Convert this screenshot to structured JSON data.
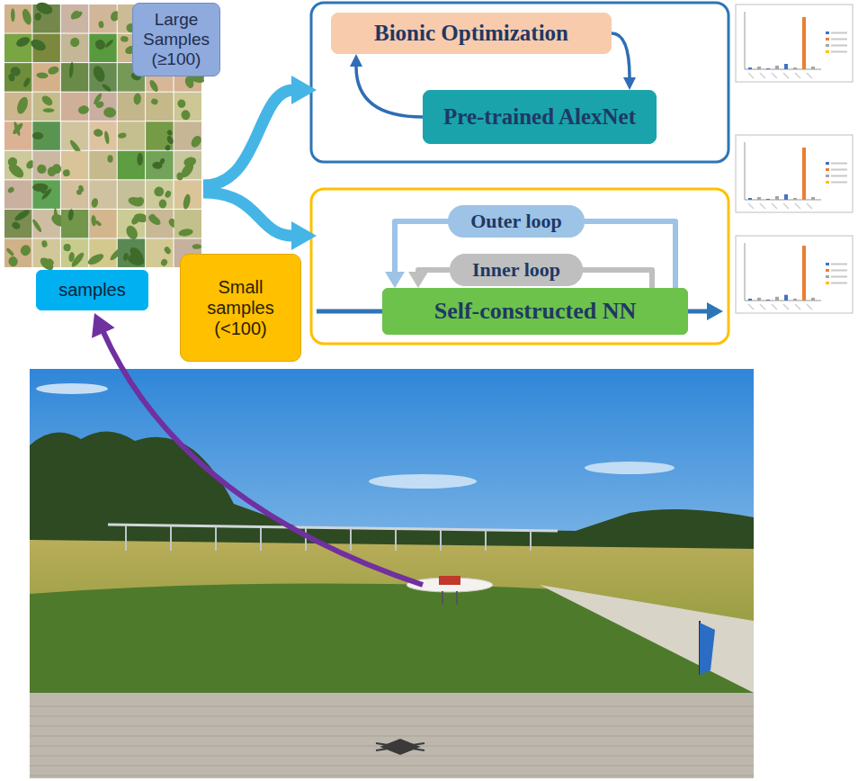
{
  "diagram": {
    "nodes": [
      {
        "text": [
          "Large Samples (≥100)"
        ]
      },
      {
        "text": [
          "Bionic Optimization"
        ]
      },
      {
        "text": [
          "Pre-trained AlexNet"
        ]
      },
      {
        "text": [
          "Outer loop"
        ]
      },
      {
        "text": [
          "Inner loop"
        ]
      },
      {
        "text": [
          "Self-constructed NN"
        ]
      },
      {
        "text": [
          "Small samples (<100)"
        ]
      },
      {
        "text": [
          "samples"
        ]
      }
    ],
    "edges": [
      {
        "from": 1,
        "to": 2,
        "arrow": "to"
      },
      {
        "from": 2,
        "to": 1,
        "arrow": "to"
      },
      {
        "from": 5,
        "to": 3,
        "arrow": "none"
      },
      {
        "from": 3,
        "to": 5,
        "arrow": "to"
      },
      {
        "from": 5,
        "to": 4,
        "arrow": "none"
      },
      {
        "from": 4,
        "to": 5,
        "arrow": "to"
      }
    ]
  }
}
